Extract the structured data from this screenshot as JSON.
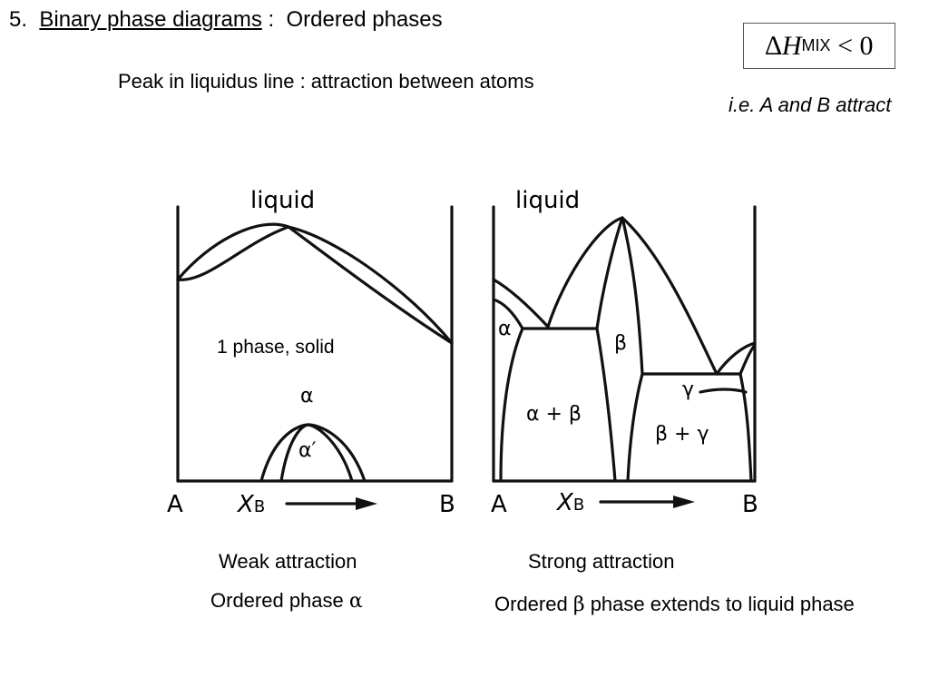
{
  "header": {
    "number": "5.",
    "title_underlined": "Binary phase diagrams",
    "title_sep": ":",
    "title_rest": "Ordered phases"
  },
  "subtitle": "Peak in liquidus line : attraction between atoms",
  "enthalpy_box": {
    "delta": "∆",
    "symbol": "H",
    "subscript": "MIX",
    "relation": "< 0"
  },
  "note": "i.e. A and B attract",
  "left_diagram": {
    "region_liquid": "liquid",
    "region_solid": "1 phase, solid",
    "phase_alpha": "α",
    "phase_alpha_prime": "α′",
    "axis_left": "A",
    "axis_right": "B",
    "axis_var": "X",
    "axis_var_sub": "B",
    "caption_line1": "Weak attraction",
    "caption_line2_prefix": "Ordered phase",
    "caption_line2_greek": "α"
  },
  "right_diagram": {
    "region_liquid": "liquid",
    "phase_alpha": "α",
    "phase_beta": "β",
    "phase_gamma": "γ",
    "region_alpha_beta": "α + β",
    "region_beta_gamma": "β + γ",
    "axis_left": "A",
    "axis_right": "B",
    "axis_var": "X",
    "axis_var_sub": "B",
    "caption_line1": "Strong attraction",
    "caption_line2_prefix": "Ordered",
    "caption_line2_greek": "β",
    "caption_line2_suffix": "phase extends to liquid phase"
  }
}
